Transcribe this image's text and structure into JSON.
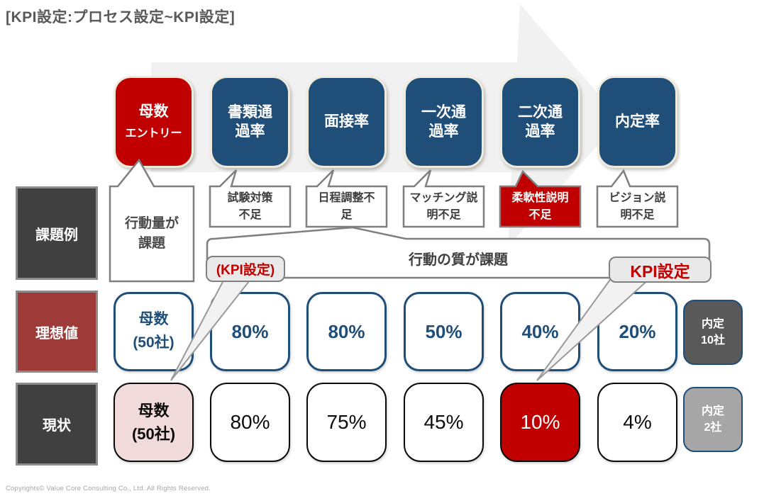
{
  "title": "[KPI設定:プロセス設定~KPI設定]",
  "colors": {
    "accent_red": "#C00000",
    "accent_blue": "#1F4E79",
    "label_gray": "#404040",
    "label_maroon": "#9E3A38",
    "current_highlight_pink": "#F2DCDB",
    "arrow_gray": "#F1F1F1"
  },
  "process_steps": [
    {
      "label": "母数",
      "sub": "エントリー",
      "variant": "red"
    },
    {
      "label": "書類通\n過率",
      "variant": "blue"
    },
    {
      "label": "面接率",
      "variant": "blue"
    },
    {
      "label": "一次通\n過率",
      "variant": "blue"
    },
    {
      "label": "二次通\n過率",
      "variant": "blue"
    },
    {
      "label": "内定率",
      "variant": "blue"
    }
  ],
  "issues": {
    "row_label": "課題例",
    "items": [
      {
        "text": "行動量が\n課題",
        "variant": "tall-white"
      },
      {
        "text": "試験対策\n不足",
        "variant": "white"
      },
      {
        "text": "日程調整不\n足",
        "variant": "white"
      },
      {
        "text": "マッチング説\n明不足",
        "variant": "white"
      },
      {
        "text": "柔軟性説明\n不足",
        "variant": "red"
      },
      {
        "text": "ビジョン説\n明不足",
        "variant": "white"
      }
    ],
    "quality_note": "行動の質が課題",
    "kpi_tag_left": "(KPI設定)",
    "kpi_tag_right": "KPI設定"
  },
  "ideal": {
    "row_label": "理想値",
    "values": [
      "母数\n(50社)",
      "80%",
      "80%",
      "50%",
      "40%",
      "20%"
    ],
    "result": "内定\n10社"
  },
  "current": {
    "row_label": "現状",
    "values": [
      "母数\n(50社)",
      "80%",
      "75%",
      "45%",
      "10%",
      "4%"
    ],
    "result": "内定\n2社"
  },
  "footer": "Copyrights© Value Core Consulting Co., Ltd. All Rights Reserved."
}
